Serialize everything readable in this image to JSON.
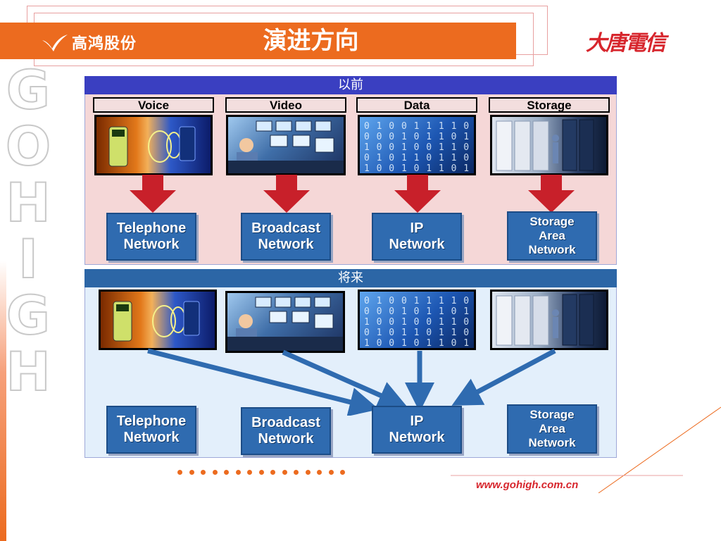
{
  "header": {
    "title": "演进方向",
    "logo_text": "高鸿股份",
    "brand_right": "大唐電信"
  },
  "watermark": [
    "G",
    "O",
    "H",
    "I",
    "G",
    "H"
  ],
  "before": {
    "label": "以前",
    "categories": [
      "Voice",
      "Video",
      "Data",
      "Storage"
    ],
    "networks": [
      "Telephone\nNetwork",
      "Broadcast\nNetwork",
      "IP\nNetwork",
      "Storage\nArea\nNetwork"
    ]
  },
  "future": {
    "label": "将来",
    "networks": [
      "Telephone\nNetwork",
      "Broadcast\nNetwork",
      "IP\nNetwork",
      "Storage\nArea\nNetwork"
    ]
  },
  "footer": {
    "url": "www.gohigh.com.cn"
  },
  "colors": {
    "accent_orange": "#ec6b1f",
    "brand_red": "#d7262d",
    "network_blue": "#2f6bb0",
    "header_blue": "#3a3fc1"
  }
}
